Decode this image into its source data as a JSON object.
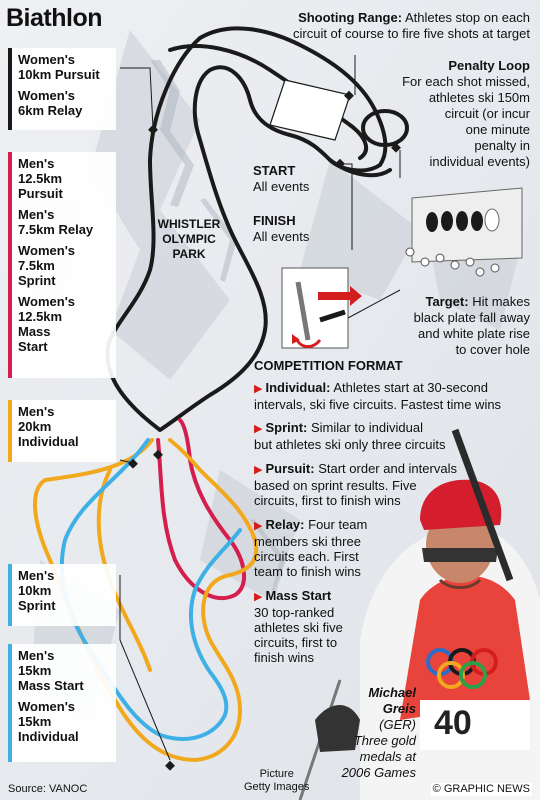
{
  "title": "Biathlon",
  "park_label_line1": "WHISTLER",
  "park_label_line2": "OLYMPIC",
  "park_label_line3": "PARK",
  "shooting_range": {
    "head": "Shooting Range:",
    "body_line1": "Athletes stop on each",
    "body_line2": "circuit of course to fire five shots at target"
  },
  "penalty_loop": {
    "head": "Penalty Loop",
    "lines": [
      "For each shot missed,",
      "athletes ski 150m",
      "circuit (or incur",
      "one minute",
      "penalty in",
      "individual events)"
    ]
  },
  "start": {
    "head": "START",
    "sub": "All events"
  },
  "finish": {
    "head": "FINISH",
    "sub": "All events"
  },
  "target": {
    "head": "Target:",
    "lines": [
      "Hit makes",
      "black plate fall away",
      "and white plate rise",
      "to cover hole"
    ]
  },
  "side_groups": [
    {
      "color": "#1a1a1a",
      "events": [
        [
          "Women's",
          "10km Pursuit"
        ],
        [
          "Women's",
          "6km Relay"
        ]
      ]
    },
    {
      "color": "#d41e4e",
      "events": [
        [
          "Men's",
          "12.5km",
          "Pursuit"
        ],
        [
          "Men's",
          "7.5km Relay"
        ],
        [
          "Women's",
          "7.5km",
          "Sprint"
        ],
        [
          "Women's",
          "12.5km",
          "Mass",
          "Start"
        ]
      ]
    },
    {
      "color": "#f2a81d",
      "events": [
        [
          "Men's",
          "20km",
          "Individual"
        ]
      ]
    },
    {
      "color": "#3fb0e6",
      "events": [
        [
          "Men's",
          "10km",
          "Sprint"
        ]
      ]
    },
    {
      "color": "#3fb0e6",
      "events": [
        [
          "Men's",
          "15km",
          "Mass Start"
        ],
        [
          "Women's",
          "15km",
          "Individual"
        ]
      ]
    }
  ],
  "competition_format": {
    "heading": "COMPETITION FORMAT",
    "items": [
      {
        "name": "Individual:",
        "lines": [
          "Athletes start at 30-second",
          "intervals, ski five circuits. Fastest time wins"
        ]
      },
      {
        "name": "Sprint:",
        "lines": [
          "Similar to individual",
          "but athletes ski only three circuits"
        ]
      },
      {
        "name": "Pursuit:",
        "lines": [
          "Start order and intervals",
          "based on sprint results. Five",
          "circuits, first to finish wins"
        ]
      },
      {
        "name": "Relay:",
        "lines": [
          "Four team",
          "members ski three",
          "circuits each. First",
          "team to finish wins"
        ]
      },
      {
        "name": "Mass Start",
        "lines": [
          "30 top-ranked",
          "athletes ski five",
          "circuits, first to",
          "finish wins"
        ]
      }
    ]
  },
  "athlete": {
    "name_line1": "Michael",
    "name_line2": "Greis",
    "country": "(GER)",
    "caption_lines": [
      "Three gold",
      "medals at",
      "2006 Games"
    ],
    "bib": "40"
  },
  "picture_credit_line1": "Picture",
  "picture_credit_line2": "Getty Images",
  "source": "Source: VANOC",
  "copyright": "© GRAPHIC NEWS",
  "colors": {
    "black_course": "#1a1a1a",
    "red_course": "#d41e4e",
    "orange_course": "#f2a81d",
    "blue_course": "#3fb0e6",
    "accent_red": "#d41e1e"
  }
}
